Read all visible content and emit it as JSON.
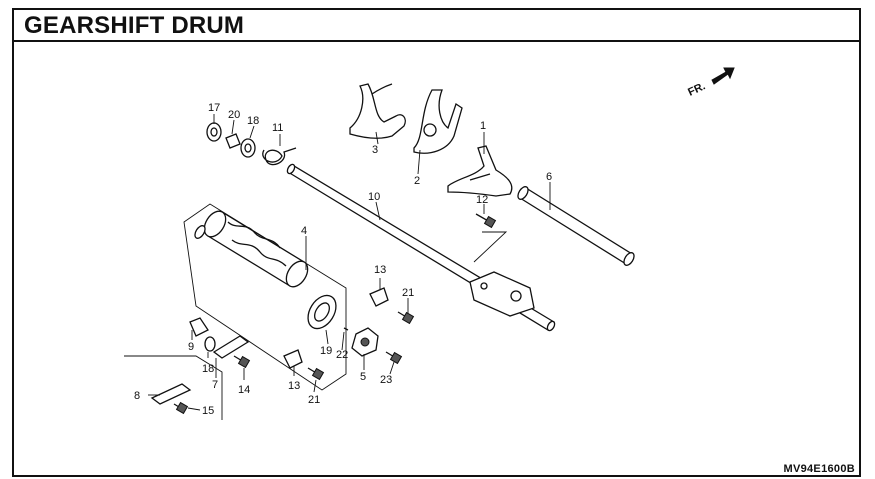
{
  "title": "GEARSHIFT DRUM",
  "diagram_code": "MV94E1600B",
  "direction_label": "FR.",
  "parts": [
    {
      "ref": "1"
    },
    {
      "ref": "2"
    },
    {
      "ref": "3"
    },
    {
      "ref": "4"
    },
    {
      "ref": "5"
    },
    {
      "ref": "6"
    },
    {
      "ref": "7"
    },
    {
      "ref": "8"
    },
    {
      "ref": "9"
    },
    {
      "ref": "10"
    },
    {
      "ref": "11"
    },
    {
      "ref": "12"
    },
    {
      "ref": "13"
    },
    {
      "ref": "13"
    },
    {
      "ref": "14"
    },
    {
      "ref": "15"
    },
    {
      "ref": "17"
    },
    {
      "ref": "18"
    },
    {
      "ref": "18"
    },
    {
      "ref": "19"
    },
    {
      "ref": "20"
    },
    {
      "ref": "21"
    },
    {
      "ref": "21"
    },
    {
      "ref": "22"
    },
    {
      "ref": "23"
    }
  ]
}
